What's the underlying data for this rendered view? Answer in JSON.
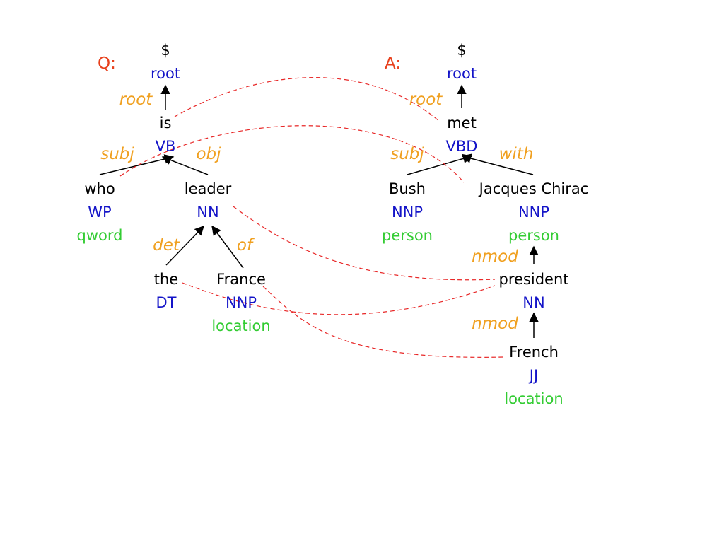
{
  "colors": {
    "word": "#000000",
    "pos": "#1414c8",
    "ner": "#33cc33",
    "relation": "#f0a020",
    "tag": "#e8401c",
    "mapping_line": "#e82828"
  },
  "question": {
    "tag": "Q:",
    "root": {
      "word": "$",
      "pos": "root"
    },
    "nodes": {
      "is": {
        "word": "is",
        "pos": "VB"
      },
      "who": {
        "word": "who",
        "pos": "WP",
        "ner": "qword"
      },
      "leader": {
        "word": "leader",
        "pos": "NN"
      },
      "the": {
        "word": "the",
        "pos": "DT"
      },
      "france": {
        "word": "France",
        "pos": "NNP",
        "ner": "location"
      }
    },
    "relations": {
      "root": "root",
      "subj": "subj",
      "obj": "obj",
      "det": "det",
      "of": "of"
    }
  },
  "answer": {
    "tag": "A:",
    "root": {
      "word": "$",
      "pos": "root"
    },
    "nodes": {
      "met": {
        "word": "met",
        "pos": "VBD"
      },
      "bush": {
        "word": "Bush",
        "pos": "NNP",
        "ner": "person"
      },
      "chirac": {
        "word": "Jacques Chirac",
        "pos": "NNP",
        "ner": "person"
      },
      "president": {
        "word": "president",
        "pos": "NN"
      },
      "french": {
        "word": "French",
        "pos": "JJ",
        "ner": "location"
      }
    },
    "relations": {
      "root": "root",
      "subj": "subj",
      "with": "with",
      "nmod1": "nmod",
      "nmod2": "nmod"
    }
  }
}
